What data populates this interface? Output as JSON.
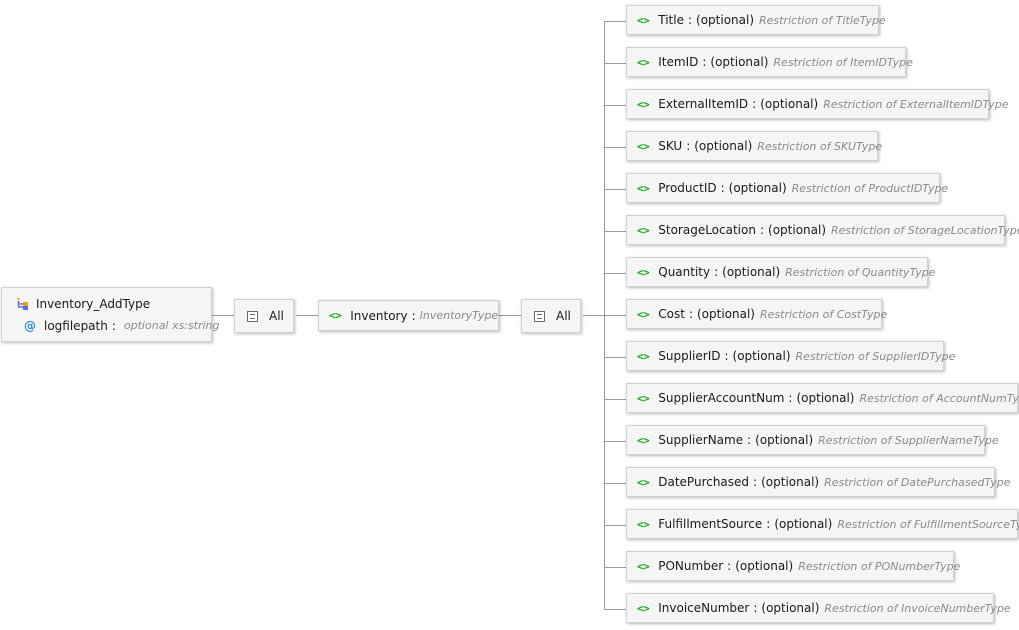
{
  "diagram": {
    "root": {
      "name": "Inventory_AddType",
      "attribute": {
        "name": "logfilepath",
        "separator": ":",
        "detail": "optional xs:string"
      },
      "icons": {
        "type": "complex-type-icon",
        "attribute": "at-sign-icon"
      }
    },
    "compositor_1": {
      "label": "All",
      "icon": "all-compositor-icon"
    },
    "inventory": {
      "tag": "<>",
      "name": "Inventory",
      "separator": ":",
      "type": "InventoryType"
    },
    "compositor_2": {
      "label": "All",
      "icon": "all-compositor-icon"
    },
    "children": [
      {
        "tag": "<>",
        "name": "Title",
        "separator": ":",
        "optional": "(optional)",
        "restriction": "Restriction of TitleType"
      },
      {
        "tag": "<>",
        "name": "ItemID",
        "separator": ":",
        "optional": "(optional)",
        "restriction": "Restriction of ItemIDType"
      },
      {
        "tag": "<>",
        "name": "ExternalItemID",
        "separator": ":",
        "optional": "(optional)",
        "restriction": "Restriction of ExternalItemIDType"
      },
      {
        "tag": "<>",
        "name": "SKU",
        "separator": ":",
        "optional": "(optional)",
        "restriction": "Restriction of SKUType"
      },
      {
        "tag": "<>",
        "name": "ProductID",
        "separator": ":",
        "optional": "(optional)",
        "restriction": "Restriction of ProductIDType"
      },
      {
        "tag": "<>",
        "name": "StorageLocation",
        "separator": ":",
        "optional": "(optional)",
        "restriction": "Restriction of StorageLocationType"
      },
      {
        "tag": "<>",
        "name": "Quantity",
        "separator": ":",
        "optional": "(optional)",
        "restriction": "Restriction of QuantityType"
      },
      {
        "tag": "<>",
        "name": "Cost",
        "separator": ":",
        "optional": "(optional)",
        "restriction": "Restriction of CostType"
      },
      {
        "tag": "<>",
        "name": "SupplierID",
        "separator": ":",
        "optional": "(optional)",
        "restriction": "Restriction of SupplierIDType"
      },
      {
        "tag": "<>",
        "name": "SupplierAccountNum",
        "separator": ":",
        "optional": "(optional)",
        "restriction": "Restriction of AccountNumType"
      },
      {
        "tag": "<>",
        "name": "SupplierName",
        "separator": ":",
        "optional": "(optional)",
        "restriction": "Restriction of SupplierNameType"
      },
      {
        "tag": "<>",
        "name": "DatePurchased",
        "separator": ":",
        "optional": "(optional)",
        "restriction": "Restriction of DatePurchasedType"
      },
      {
        "tag": "<>",
        "name": "FulfillmentSource",
        "separator": ":",
        "optional": "(optional)",
        "restriction": "Restriction of FulfillmentSourceType"
      },
      {
        "tag": "<>",
        "name": "PONumber",
        "separator": ":",
        "optional": "(optional)",
        "restriction": "Restriction of PONumberType"
      },
      {
        "tag": "<>",
        "name": "InvoiceNumber",
        "separator": ":",
        "optional": "(optional)",
        "restriction": "Restriction of InvoiceNumberType"
      }
    ],
    "colors": {
      "element_tag": "#17a81c",
      "attribute_icon": "#2a8fd6",
      "type_text": "#8a8a8a",
      "connector": "#9a9a9a"
    }
  }
}
